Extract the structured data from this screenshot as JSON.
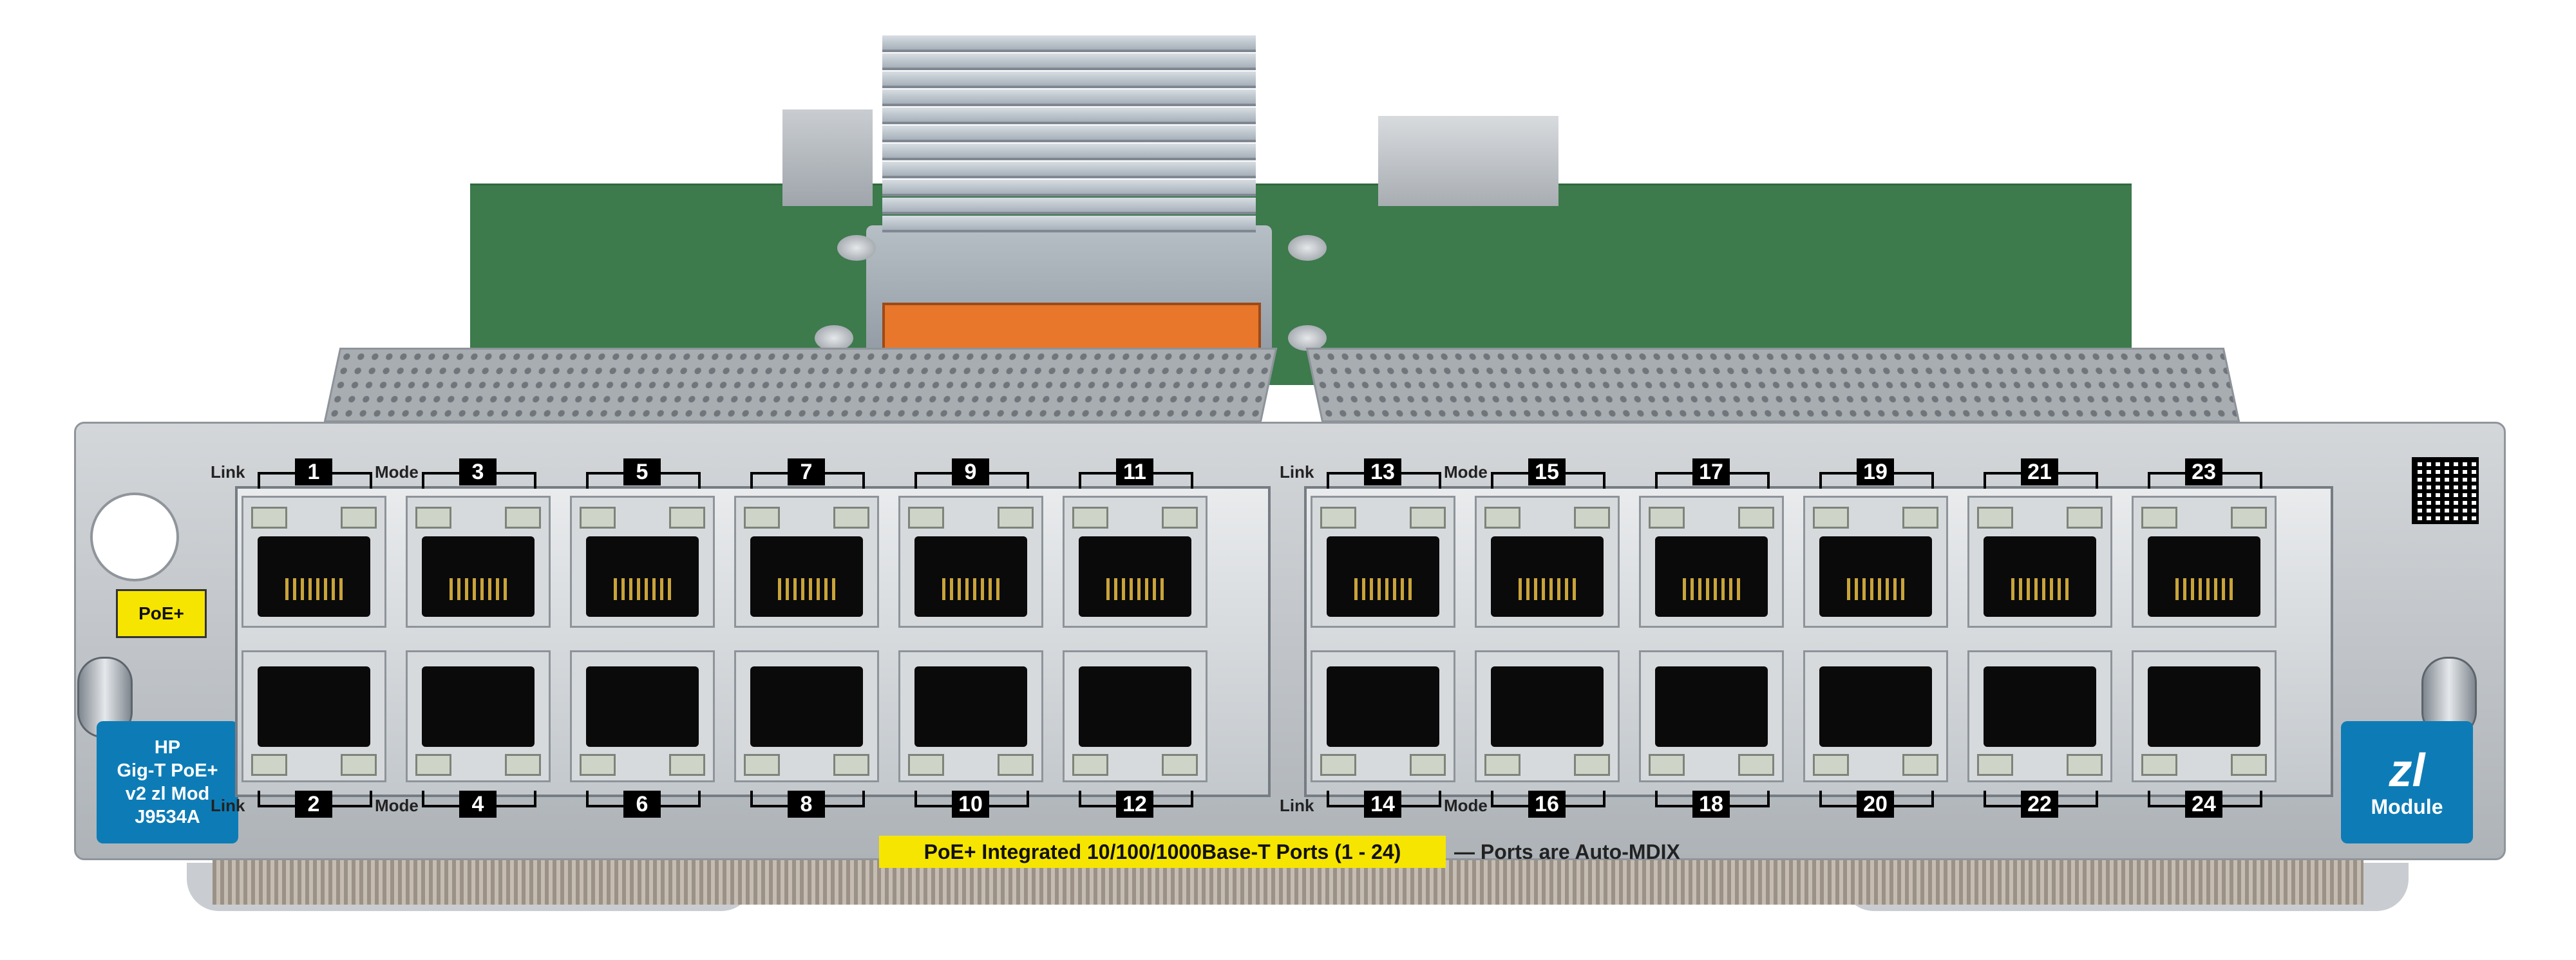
{
  "badges": {
    "poe": "PoE+",
    "model_lines": [
      "HP",
      "Gig-T PoE+",
      "v2 zl Mod",
      "J9534A"
    ],
    "zl_title": "zl",
    "zl_sub": "Module"
  },
  "port_labels": {
    "link": "Link",
    "mode": "Mode",
    "top_left": [
      "1",
      "3",
      "5",
      "7",
      "9",
      "11"
    ],
    "top_right": [
      "13",
      "15",
      "17",
      "19",
      "21",
      "23"
    ],
    "bottom_left": [
      "2",
      "4",
      "6",
      "8",
      "10",
      "12"
    ],
    "bottom_right": [
      "14",
      "16",
      "18",
      "20",
      "22",
      "24"
    ]
  },
  "footer": {
    "highlight": "PoE+ Integrated 10/100/1000Base-T Ports (1 - 24)",
    "note": "— Ports are Auto-MDIX"
  },
  "colors": {
    "pcb": "#3d7a4c",
    "badge_blue": "#0d7cb6",
    "poe_yellow": "#f6e500",
    "heatsink_orange": "#e8762b"
  }
}
